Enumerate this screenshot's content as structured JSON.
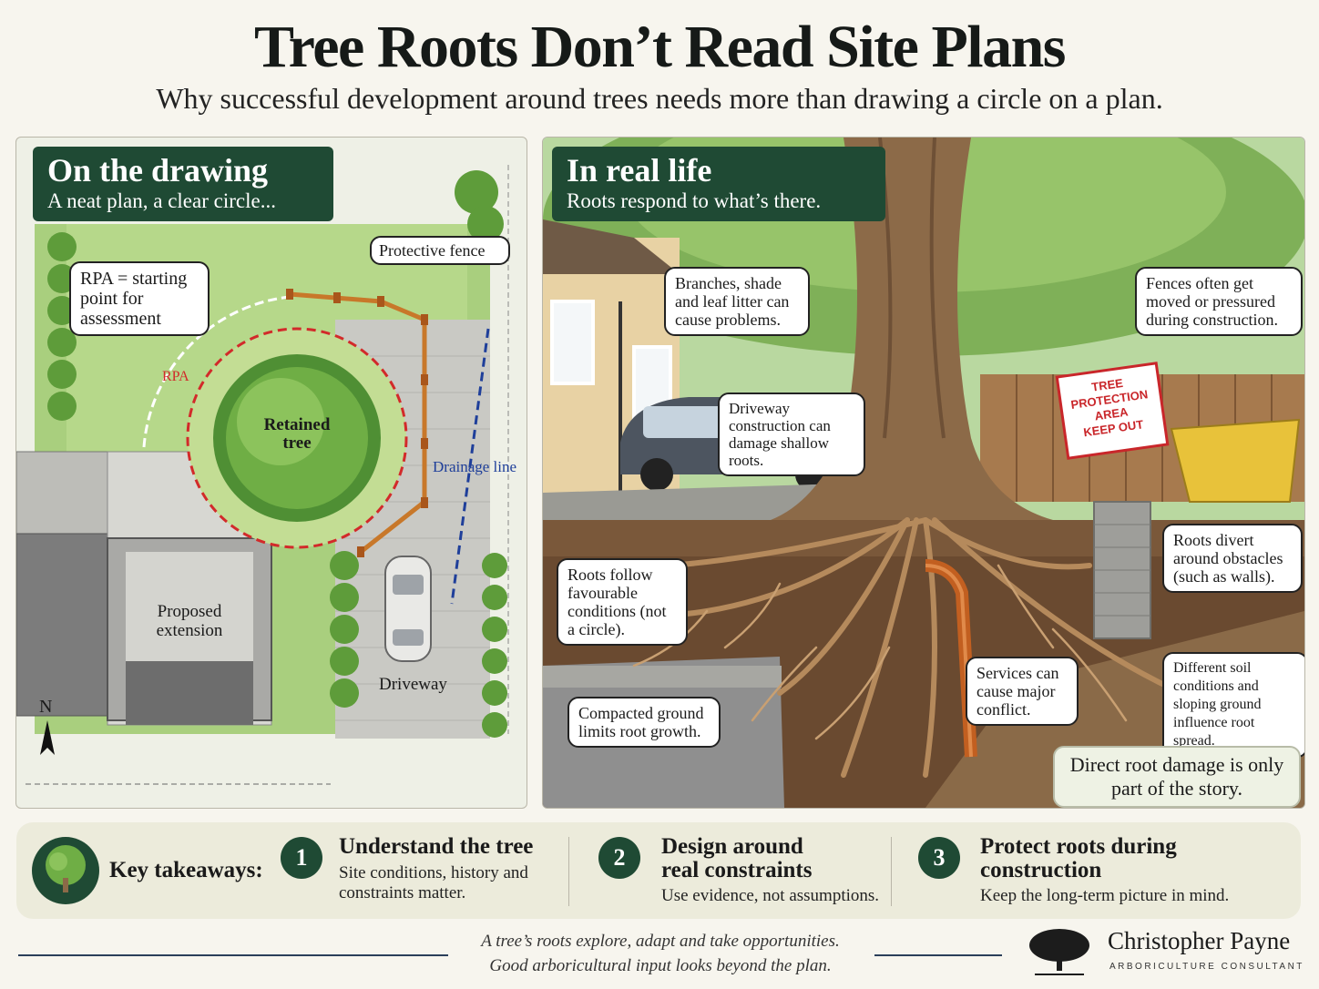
{
  "header": {
    "title": "Tree Roots Don’t Read Site Plans",
    "subtitle": "Why successful development around trees needs more than drawing a circle on a plan."
  },
  "left": {
    "heading": "On the drawing",
    "subheading": "A neat plan, a clear circle...",
    "callout_rpa": "RPA = starting point for assessment",
    "label_fence": "Protective fence",
    "label_rpa": "RPA",
    "label_tree": "Retained tree",
    "label_drainage": "Drainage line",
    "label_extension": "Proposed extension",
    "label_driveway": "Driveway",
    "label_north": "N"
  },
  "right": {
    "heading": "In real life",
    "subheading": "Roots respond to what’s there.",
    "callouts": {
      "branches": "Branches, shade and leaf litter can cause problems.",
      "fences": "Fences often get moved or pressured during construction.",
      "driveway": "Driveway construction can damage shallow roots.",
      "follow": "Roots follow favourable conditions (not a circle).",
      "divert": "Roots divert around obstacles (such as walls).",
      "services": "Services can cause major conflict.",
      "soil": "Different soil conditions and sloping ground influence root spread.",
      "compacted": "Compacted ground limits root growth.",
      "direct": "Direct root damage is only part of the story."
    },
    "sign": [
      "TREE",
      "PROTECTION",
      "AREA",
      "KEEP OUT"
    ]
  },
  "takeaways": {
    "label": "Key takeaways:",
    "items": [
      {
        "num": "1",
        "title": "Understand the tree",
        "text": "Site conditions, history and constraints matter."
      },
      {
        "num": "2",
        "title": "Design around real constraints",
        "text": "Use evidence, not assumptions."
      },
      {
        "num": "3",
        "title": "Protect roots during construction",
        "text": "Keep the long-term picture in mind."
      }
    ]
  },
  "footer": {
    "quote_1": "A tree’s roots explore, adapt and take opportunities.",
    "quote_2": "Good arboricultural input looks beyond the plan.",
    "brand": "Christopher Payne",
    "tagline": "ARBORICULTURE CONSULTANT"
  },
  "colors": {
    "accent_green": "#1f4a34",
    "rpa_red": "#d22a2a",
    "drain_blue": "#1f3f9a",
    "fence_orange": "#c8782a"
  }
}
